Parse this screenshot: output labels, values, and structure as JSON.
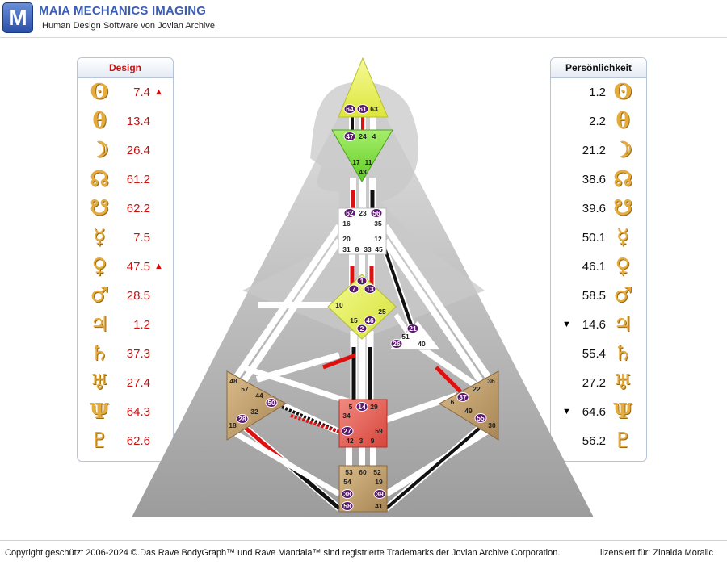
{
  "header": {
    "logo_letter": "M",
    "title": "MAIA MECHANICS IMAGING",
    "subtitle": "Human Design Software von Jovian Archive"
  },
  "design": {
    "heading": "Design",
    "rows": [
      {
        "icon": "sun-icon",
        "glyph": "ʘ",
        "value": "7.4",
        "arrow": "▲"
      },
      {
        "icon": "earth-icon",
        "glyph": "θ",
        "value": "13.4",
        "arrow": ""
      },
      {
        "icon": "moon-icon",
        "glyph": "☽",
        "value": "26.4",
        "arrow": ""
      },
      {
        "icon": "north-node-icon",
        "glyph": "☊",
        "value": "61.2",
        "arrow": ""
      },
      {
        "icon": "south-node-icon",
        "glyph": "☋",
        "value": "62.2",
        "arrow": ""
      },
      {
        "icon": "mercury-icon",
        "glyph": "☿",
        "value": "7.5",
        "arrow": ""
      },
      {
        "icon": "venus-icon",
        "glyph": "♀",
        "value": "47.5",
        "arrow": "▲"
      },
      {
        "icon": "mars-icon",
        "glyph": "♂",
        "value": "28.5",
        "arrow": ""
      },
      {
        "icon": "jupiter-icon",
        "glyph": "♃",
        "value": "1.2",
        "arrow": ""
      },
      {
        "icon": "saturn-icon",
        "glyph": "♄",
        "value": "37.3",
        "arrow": ""
      },
      {
        "icon": "uranus-icon",
        "glyph": "♅",
        "value": "27.4",
        "arrow": ""
      },
      {
        "icon": "neptune-icon",
        "glyph": "Ψ",
        "value": "64.3",
        "arrow": ""
      },
      {
        "icon": "pluto-icon",
        "glyph": "♇",
        "value": "62.6",
        "arrow": ""
      }
    ]
  },
  "personality": {
    "heading": "Persönlichkeit",
    "rows": [
      {
        "icon": "sun-icon",
        "glyph": "ʘ",
        "value": "1.2",
        "arrow": ""
      },
      {
        "icon": "earth-icon",
        "glyph": "θ",
        "value": "2.2",
        "arrow": ""
      },
      {
        "icon": "moon-icon",
        "glyph": "☽",
        "value": "21.2",
        "arrow": ""
      },
      {
        "icon": "north-node-icon",
        "glyph": "☊",
        "value": "38.6",
        "arrow": ""
      },
      {
        "icon": "south-node-icon",
        "glyph": "☋",
        "value": "39.6",
        "arrow": ""
      },
      {
        "icon": "mercury-icon",
        "glyph": "☿",
        "value": "50.1",
        "arrow": ""
      },
      {
        "icon": "venus-icon",
        "glyph": "♀",
        "value": "46.1",
        "arrow": ""
      },
      {
        "icon": "mars-icon",
        "glyph": "♂",
        "value": "58.5",
        "arrow": ""
      },
      {
        "icon": "jupiter-icon",
        "glyph": "♃",
        "value": "14.6",
        "arrow": "▼"
      },
      {
        "icon": "saturn-icon",
        "glyph": "♄",
        "value": "55.4",
        "arrow": ""
      },
      {
        "icon": "uranus-icon",
        "glyph": "♅",
        "value": "27.2",
        "arrow": ""
      },
      {
        "icon": "neptune-icon",
        "glyph": "Ψ",
        "value": "64.6",
        "arrow": "▼"
      },
      {
        "icon": "pluto-icon",
        "glyph": "♇",
        "value": "56.2",
        "arrow": ""
      }
    ]
  },
  "bodygraph": {
    "colors": {
      "head": "#e8f05a",
      "ajna": "#7ede3c",
      "throat": "#ffffff",
      "g": "#e6f05a",
      "ego": "#ffffff",
      "spleen": "#c2a070",
      "solar": "#c2a070",
      "sacral": "#e8645a",
      "root": "#c2a070",
      "design_red": "#dd1111",
      "personality_black": "#111111",
      "marker": "#5a1870"
    },
    "gates": {
      "g64": "64",
      "g61": "61",
      "g63": "63",
      "g47": "47",
      "g24": "24",
      "g4": "4",
      "g17": "17",
      "g11": "11",
      "g43": "43",
      "g62": "62",
      "g23": "23",
      "g56": "56",
      "g16": "16",
      "g35": "35",
      "g20": "20",
      "g12": "12",
      "g31": "31",
      "g8": "8",
      "g33": "33",
      "g45": "45",
      "g1": "1",
      "g7": "7",
      "g13": "13",
      "g10": "10",
      "g25": "25",
      "g15": "15",
      "g46": "46",
      "g2": "2",
      "g21": "21",
      "g51": "51",
      "g26": "26",
      "g40": "40",
      "g48": "48",
      "g57": "57",
      "g44": "44",
      "g50": "50",
      "g32": "32",
      "g28": "28",
      "g18": "18",
      "g36": "36",
      "g22": "22",
      "g37": "37",
      "g6": "6",
      "g49": "49",
      "g55": "55",
      "g30": "30",
      "g5": "5",
      "g14": "14",
      "g29": "29",
      "g34": "34",
      "g59": "59",
      "g27": "27",
      "g42": "42",
      "g3": "3",
      "g9": "9",
      "g53": "53",
      "g60": "60",
      "g52": "52",
      "g54": "54",
      "g19": "19",
      "g38": "38",
      "g39": "39",
      "g58": "58",
      "g41": "41"
    }
  },
  "footer": {
    "copyright": "Copyright geschützt 2006-2024 ©.Das Rave BodyGraph™ und Rave Mandala™ sind registrierte Trademarks der Jovian Archive Corporation.",
    "license": "lizensiert für: Zinaida Moralic"
  }
}
